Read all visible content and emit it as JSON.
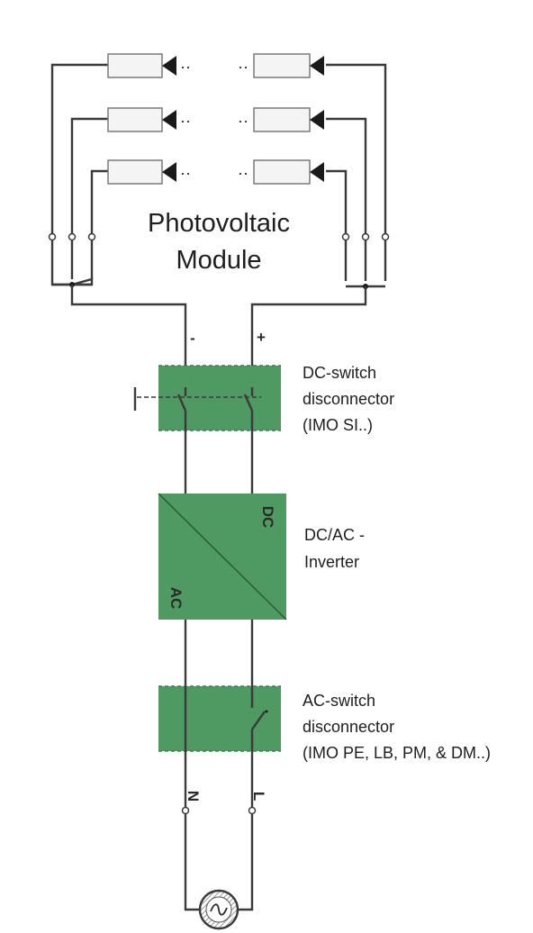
{
  "pv_module": {
    "title_line1": "Photovoltaic",
    "title_line2": "Module"
  },
  "polarity": {
    "negative": "-",
    "positive": "+"
  },
  "dc_switch": {
    "line1": "DC-switch",
    "line2": "disconnector",
    "line3": "(IMO SI..)"
  },
  "inverter": {
    "line1": "DC/AC -",
    "line2": "Inverter",
    "dc_tag": "DC",
    "ac_tag": "AC"
  },
  "ac_switch": {
    "line1": "AC-switch",
    "line2": "disconnector",
    "line3": "(IMO PE, LB, PM, & DM..)"
  },
  "terminals": {
    "neutral": "N",
    "line": "L"
  },
  "colors": {
    "component_green": "#4f9a62",
    "wire": "#3a3a3a",
    "module_cell": "#f4f4f4"
  },
  "icons": [
    "diode-arrow-icon",
    "switch-contact-icon",
    "ac-source-icon"
  ]
}
